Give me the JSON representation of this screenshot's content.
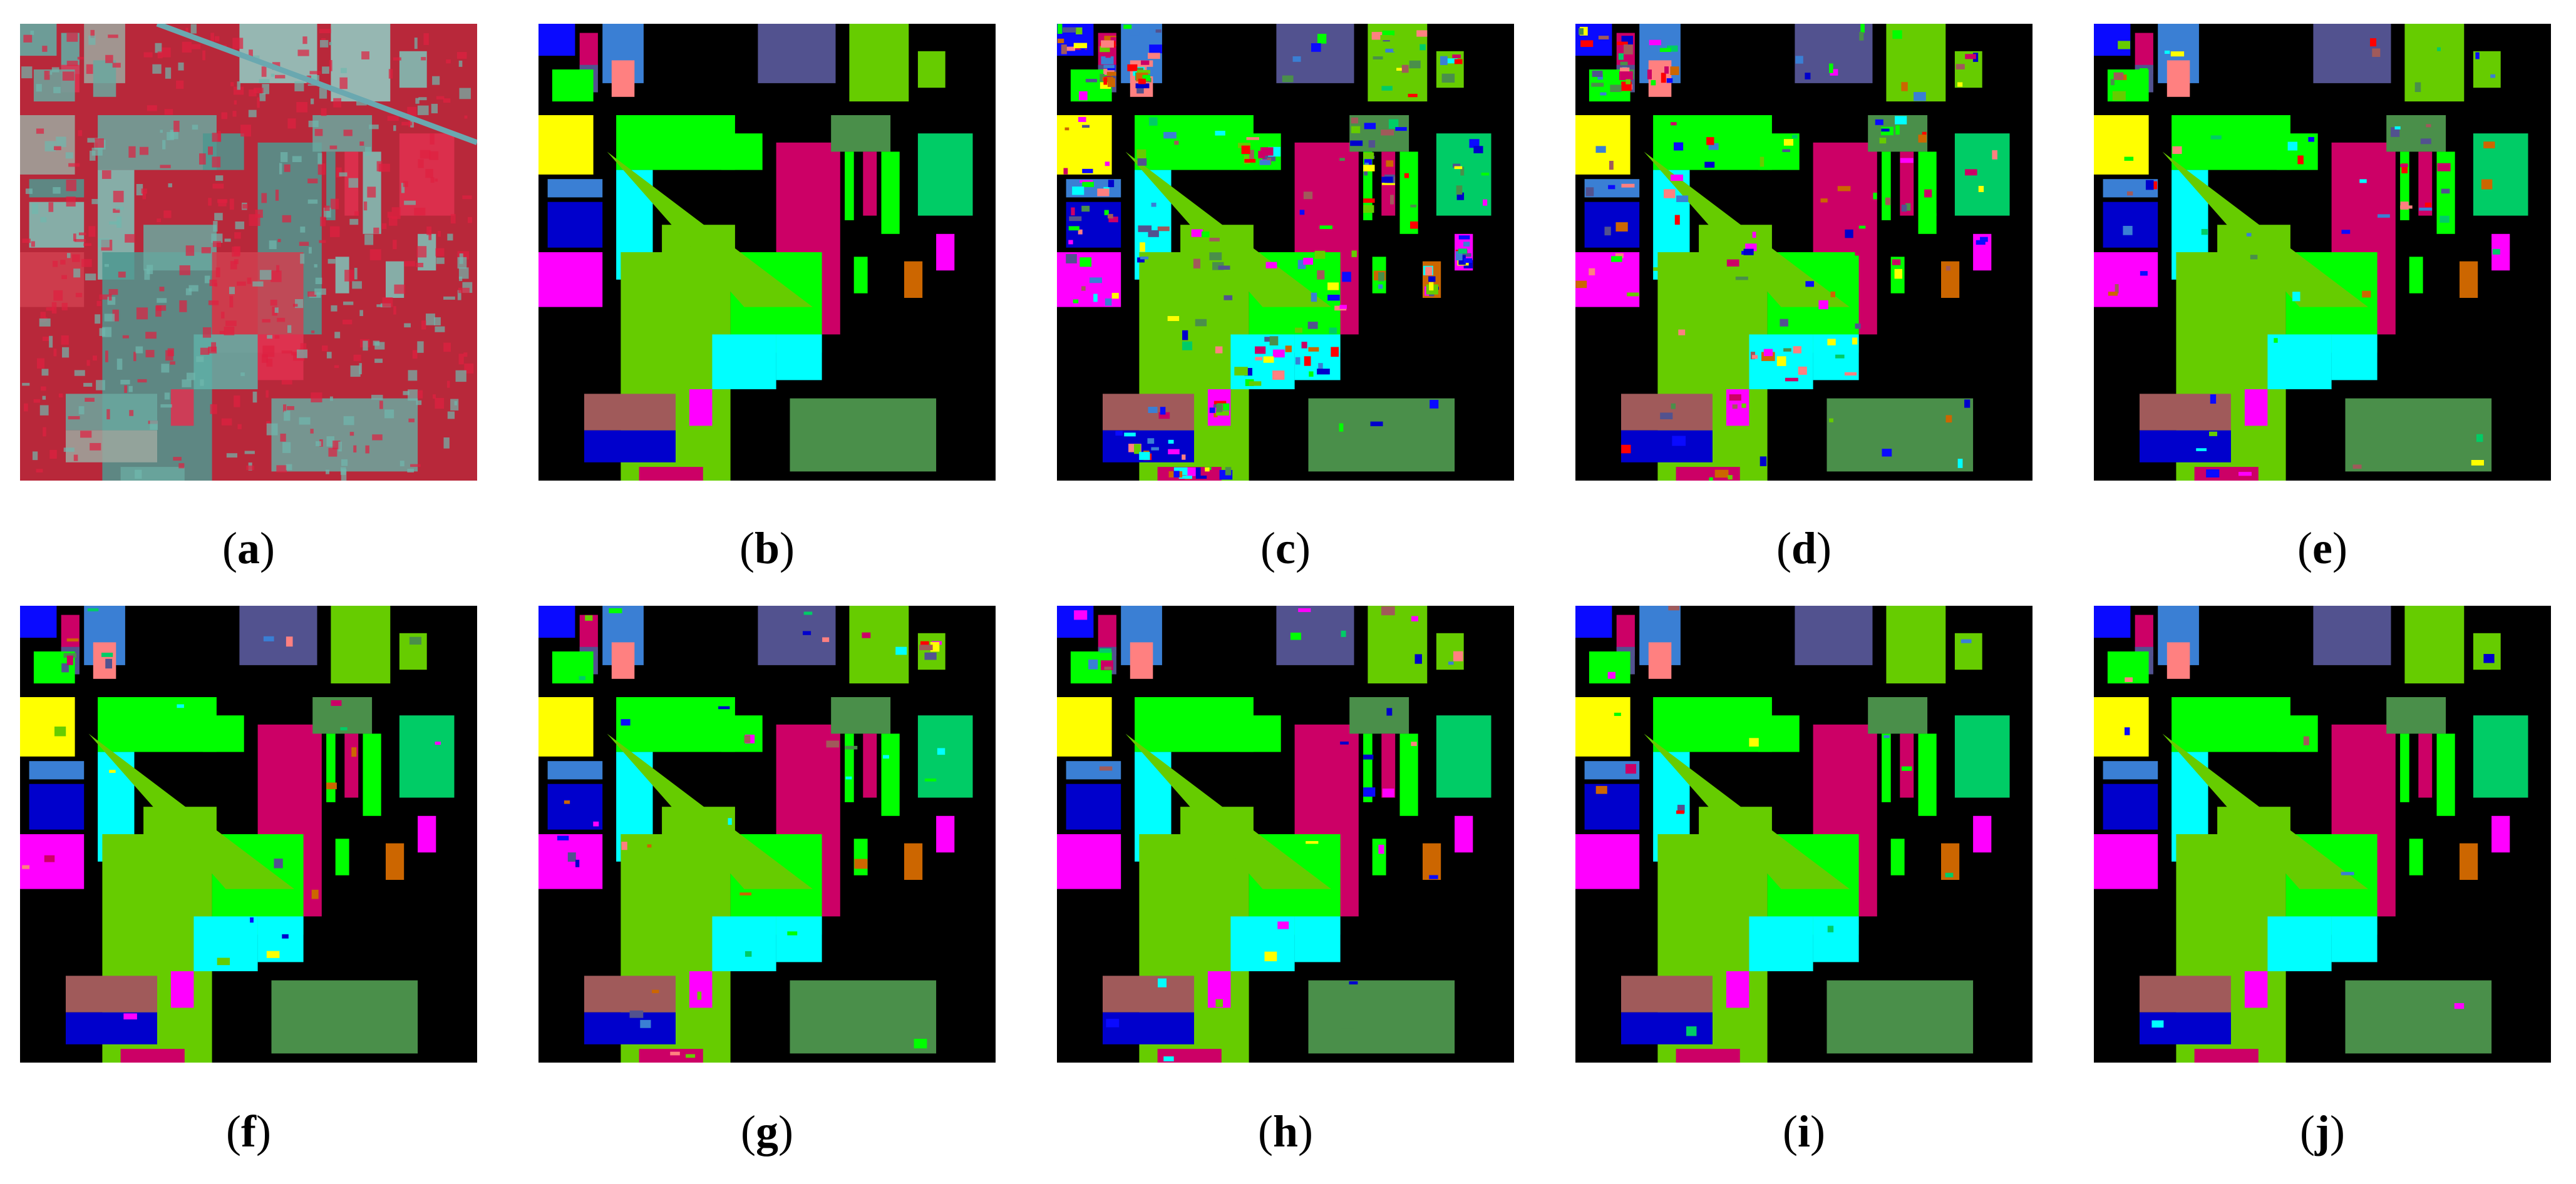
{
  "figure": {
    "panels": [
      {
        "id": "a",
        "kind": "false-color-image",
        "caption": "a"
      },
      {
        "id": "b",
        "kind": "ground-truth-map",
        "caption": "b",
        "noise": 0.0
      },
      {
        "id": "c",
        "kind": "classification-map",
        "caption": "c",
        "noise": 0.32
      },
      {
        "id": "d",
        "kind": "classification-map",
        "caption": "d",
        "noise": 0.16
      },
      {
        "id": "e",
        "kind": "classification-map",
        "caption": "e",
        "noise": 0.07
      },
      {
        "id": "f",
        "kind": "classification-map",
        "caption": "f",
        "noise": 0.03
      },
      {
        "id": "g",
        "kind": "classification-map",
        "caption": "g",
        "noise": 0.05
      },
      {
        "id": "h",
        "kind": "classification-map",
        "caption": "h",
        "noise": 0.035
      },
      {
        "id": "i",
        "kind": "classification-map",
        "caption": "i",
        "noise": 0.015
      },
      {
        "id": "j",
        "kind": "classification-map",
        "caption": "j",
        "noise": 0.01
      }
    ],
    "class_colors": [
      "#0a0aff",
      "#cc0066",
      "#3a7fd4",
      "#ff8080",
      "#52528f",
      "#66cc00",
      "#00ff00",
      "#ffff00",
      "#00ffff",
      "#ff00ff",
      "#a05a5a",
      "#0000cc",
      "#4a8f4a",
      "#00cc66",
      "#ff0000",
      "#cc6600"
    ],
    "background_color": "#000000"
  }
}
